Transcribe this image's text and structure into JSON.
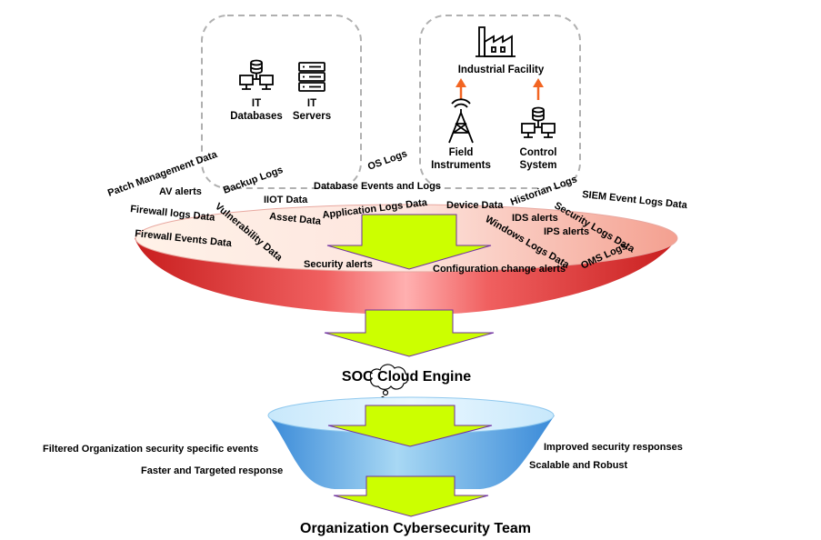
{
  "it_group": {
    "databases": [
      "IT",
      "Databases"
    ],
    "servers": [
      "IT",
      "Servers"
    ]
  },
  "ot_group": {
    "facility": "Industrial Facility",
    "field": [
      "Field",
      "Instruments"
    ],
    "control": [
      "Control",
      "System"
    ]
  },
  "log_labels": {
    "patch": "Patch Management Data",
    "av": "AV alerts",
    "firewall_logs": "Firewall logs Data",
    "firewall_events": "Firewall Events Data",
    "backup": "Backup Logs",
    "iiot": "IIOT Data",
    "vulnerability": "Vulnerability Data",
    "asset": "Asset Data",
    "os": "OS Logs",
    "database": "Database Events and Logs",
    "application": "Application Logs Data",
    "security_alerts": "Security alerts",
    "device": "Device Data",
    "historian": "Historian Logs",
    "siem": "SIEM Event Logs Data",
    "ids": "IDS alerts",
    "security_logs": "Security Logs Data",
    "ips": "IPS alerts",
    "windows": "Windows Logs Data",
    "oms": "OMS Logs",
    "config": "Configuration change alerts"
  },
  "engine": {
    "label": "SOC Cloud Engine"
  },
  "outcomes": {
    "filtered": "Filtered Organization security specific events",
    "faster": "Faster and Targeted response",
    "improved": "Improved security responses",
    "scalable": "Scalable and Robust"
  },
  "team": {
    "label": "Organization Cybersecurity Team"
  },
  "colors": {
    "arrow_fill": "#ccff00",
    "arrow_stroke": "#7030a0",
    "upper_funnel": "#e83030",
    "lower_funnel": "#3ca0e8",
    "orange_arrow": "#f26522",
    "dashed_box": "#b0b0b0"
  }
}
